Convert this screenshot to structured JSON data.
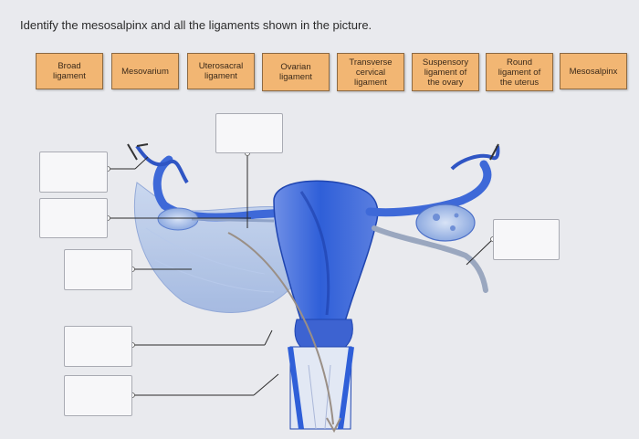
{
  "question": "Identify the mesosalpinx and all the ligaments shown in the picture.",
  "labels": [
    "Broad\nligament",
    "Mesovarium",
    "Uterosacral\nligament",
    "Ovarian\nligament",
    "Transverse\ncervical\nligament",
    "Suspensory\nligament of\nthe ovary",
    "Round\nligament of\nthe uterus",
    "Mesosalpinx"
  ],
  "colors": {
    "tile": "#f2b673",
    "uterus_blue": "#2f5fd8",
    "ligament_pale": "#a9c0e6",
    "arrow": "#9a8f86"
  }
}
